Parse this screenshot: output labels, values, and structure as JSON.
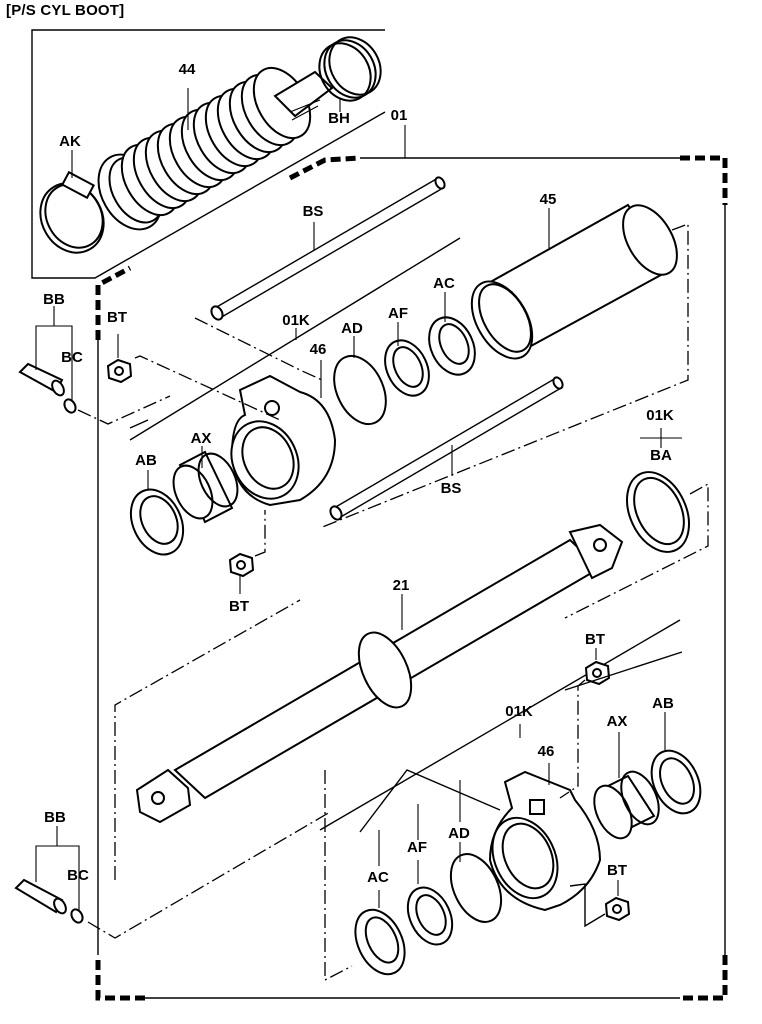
{
  "title": "[P/S CYL BOOT]",
  "labels": {
    "boot": "44",
    "boot_clamp": "AK",
    "boot_band": "BH",
    "assembly": "01",
    "tie_rod_upper": "BS",
    "tie_rod_lower": "BS",
    "cylinder_tube": "45",
    "kit_upper": "01K",
    "kit_lower": "01K",
    "kit_ba": "01K",
    "seal_ba": "BA",
    "head_upper": "46",
    "head_lower": "46",
    "oring_ad_upper": "AD",
    "oring_ad_lower": "AD",
    "ring_af_upper": "AF",
    "ring_af_lower": "AF",
    "seal_ac_upper": "AC",
    "seal_ac_lower": "AC",
    "seal_ab_upper": "AB",
    "seal_ab_lower": "AB",
    "bushing_ax_upper": "AX",
    "bushing_ax_lower": "AX",
    "nut_bt_1": "BT",
    "nut_bt_2": "BT",
    "nut_bt_3": "BT",
    "nut_bt_4": "BT",
    "fitting_bb_upper": "BB",
    "fitting_bc_upper": "BC",
    "fitting_bb_lower": "BB",
    "fitting_bc_lower": "BC",
    "piston_rod": "21"
  }
}
